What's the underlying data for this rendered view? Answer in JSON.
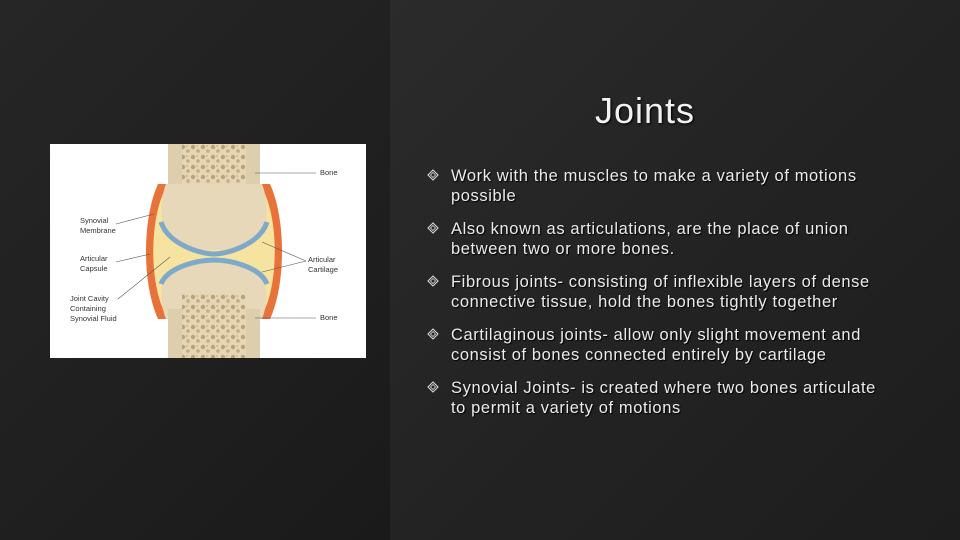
{
  "slide": {
    "title": "Joints",
    "bullets": [
      "Work with the muscles to make a variety of motions possible",
      "Also known as articulations, are the place of union between two or more bones.",
      "Fibrous joints- consisting of inflexible layers of dense connective tissue, hold the bones tightly together",
      "Cartilaginous joints- allow only slight movement and consist of bones connected entirely by cartilage",
      "Synovial Joints- is created where two bones articulate to permit a variety of motions"
    ]
  },
  "figure": {
    "labels": {
      "bone_top": "Bone",
      "synovial_1": "Synovial",
      "synovial_2": "Membrane",
      "capsule_1": "Articular",
      "capsule_2": "Capsule",
      "cartilage_1": "Articular",
      "cartilage_2": "Cartilage",
      "cavity_1": "Joint Cavity",
      "cavity_2": "Containing",
      "cavity_3": "Synovial Fluid",
      "bone_bottom": "Bone"
    }
  },
  "icons": {
    "bullet": "diamond-bullet-icon"
  },
  "colors": {
    "text": "#ececec",
    "bone": "#e9dcc0",
    "cartilage": "#7fa9c9",
    "capsule": "#e8733a",
    "fluid": "#f7e3a0"
  }
}
